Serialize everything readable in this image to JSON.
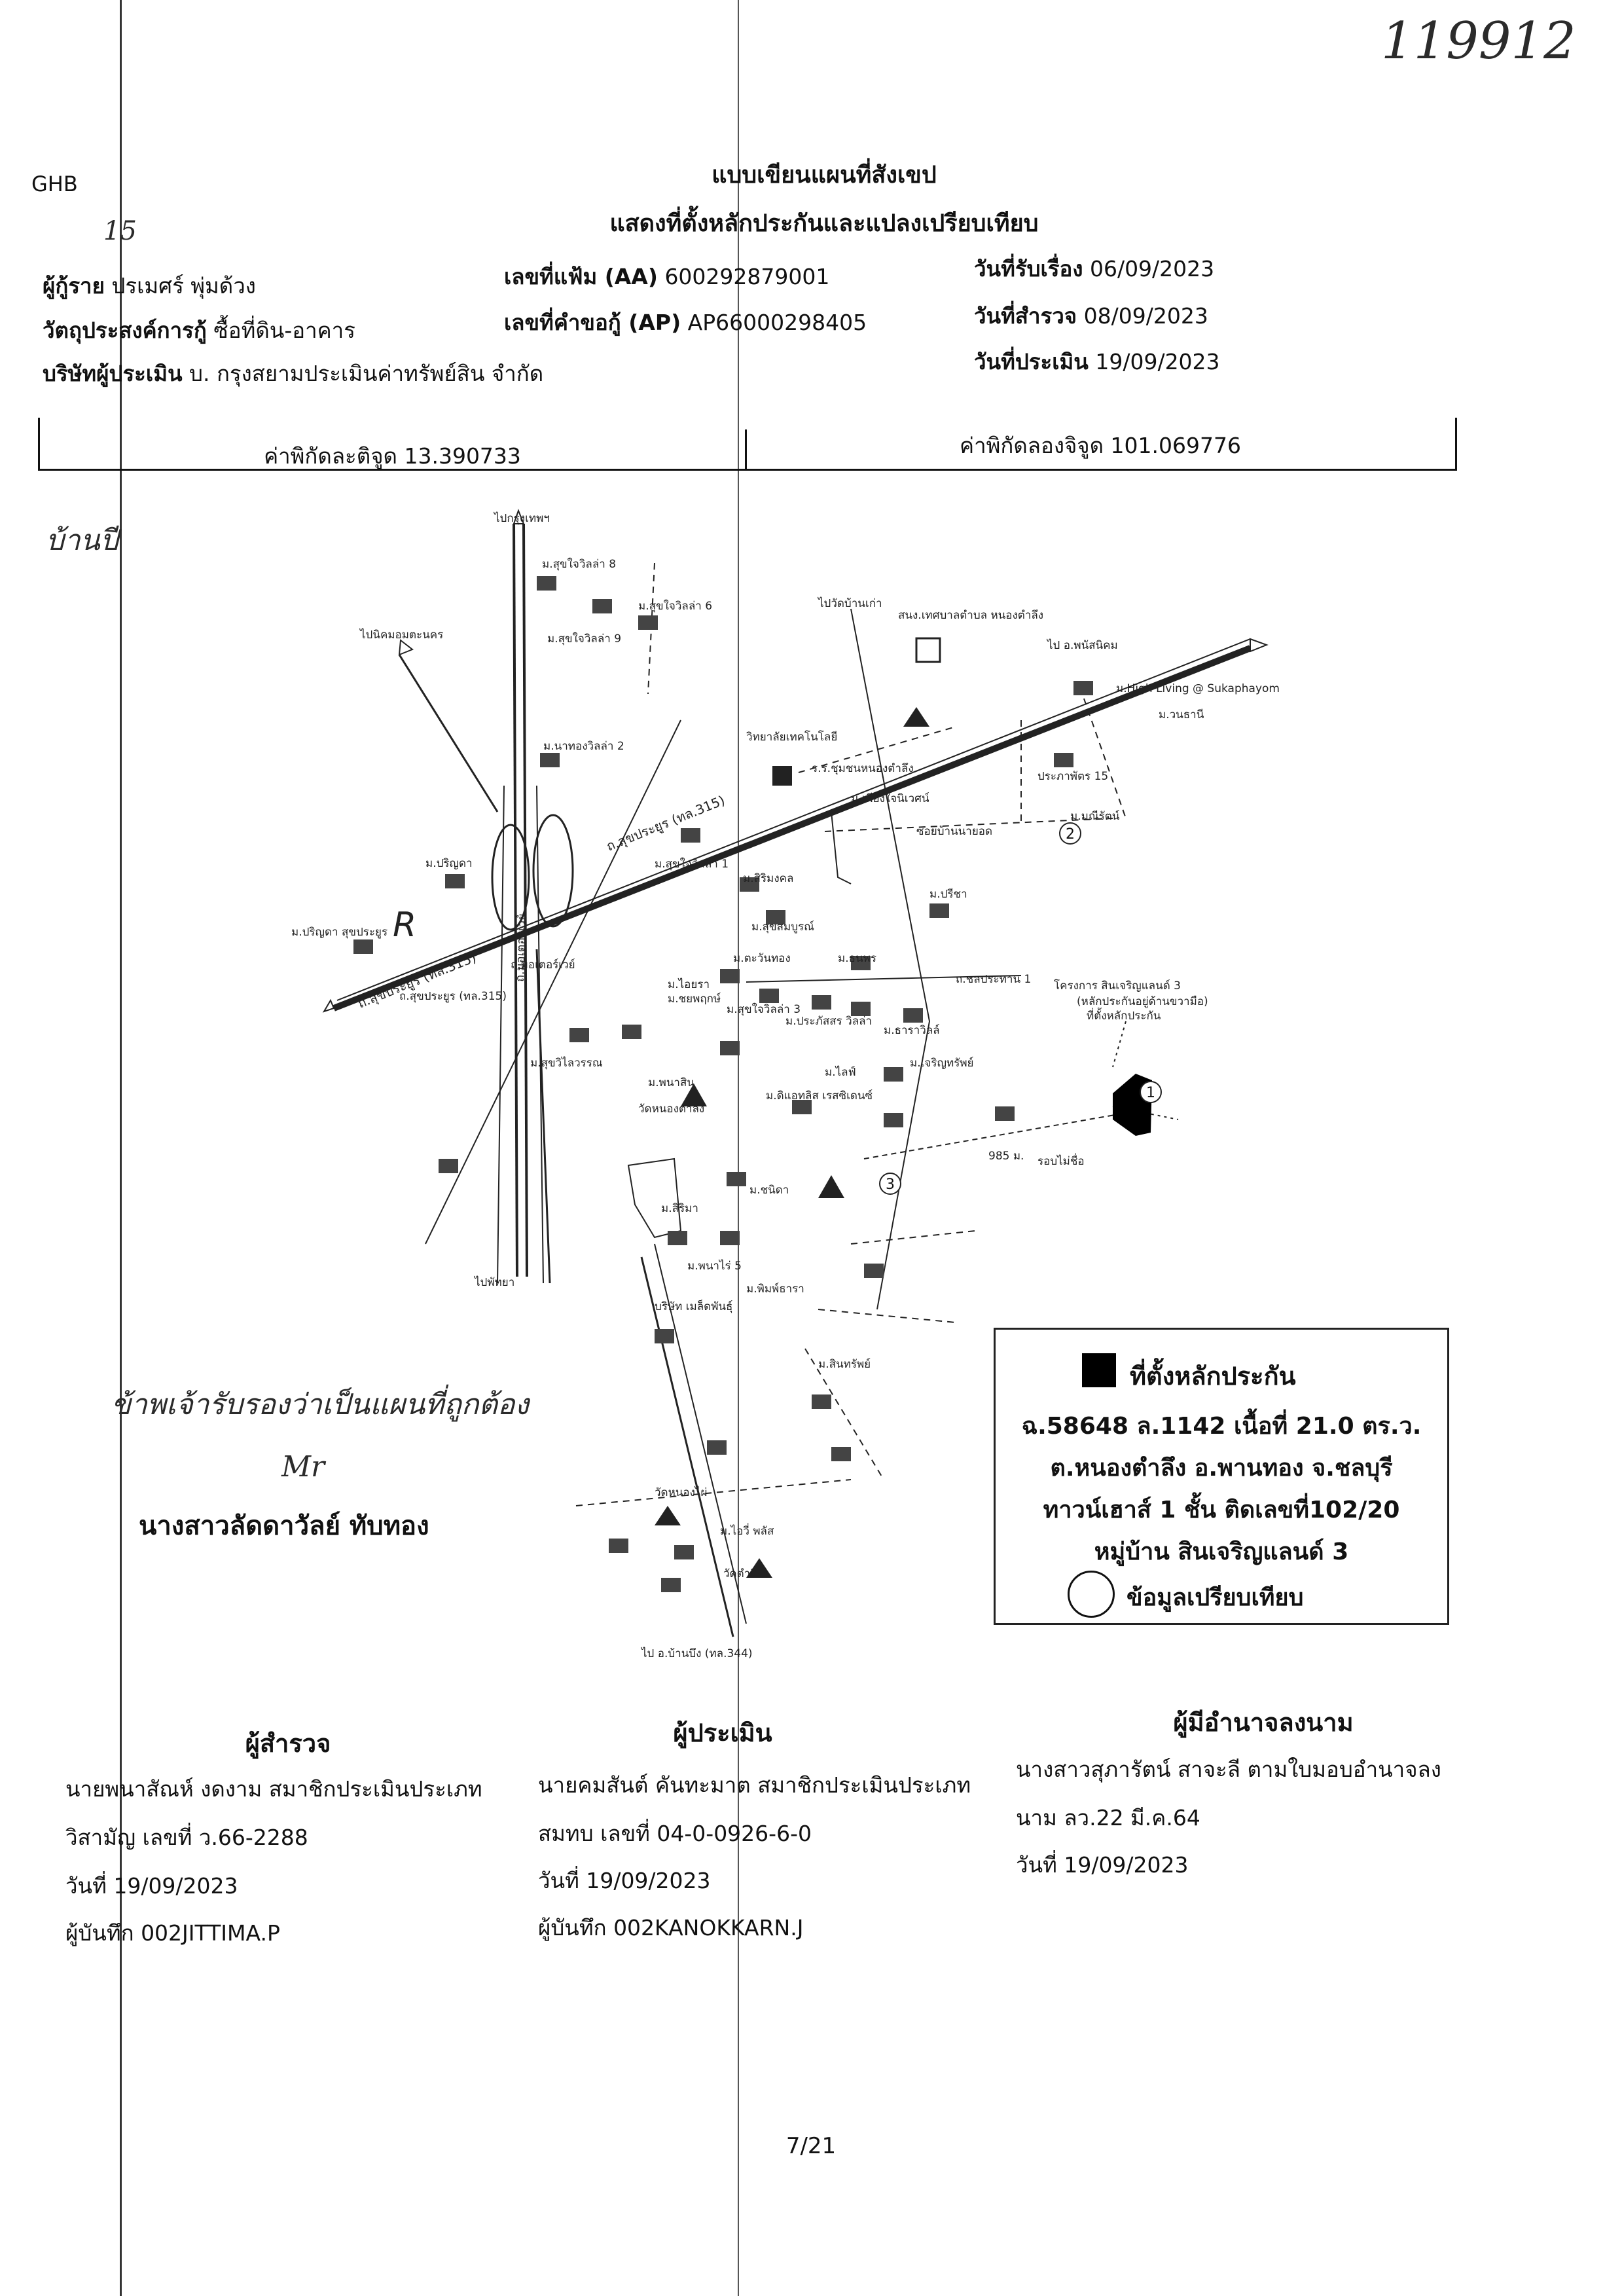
{
  "corner_number": "119912",
  "ghb": "GHB",
  "hand_mark": "15",
  "title": "แบบเขียนแผนที่สังเขป",
  "subtitle": "แสดงที่ตั้งหลักประกันและแปลงเปรียบเทียบ",
  "header": {
    "borrower_label": "ผู้กู้ราย",
    "borrower_value": "ปรเมศร์ พุ่มด้วง",
    "purpose_label": "วัตถุประสงค์การกู้",
    "purpose_value": "ซื้อที่ดิน-อาคาร",
    "company_label": "บริษัทผู้ประเมิน",
    "company_value": "บ. กรุงสยามประเมินค่าทรัพย์สิน จำกัด",
    "file_label": "เลขที่แฟ้ม (AA)",
    "file_value": "600292879001",
    "request_label": "เลขที่คำขอกู้ (AP)",
    "request_value": "AP66000298405",
    "received_label": "วันที่รับเรื่อง",
    "received_value": "06/09/2023",
    "survey_label": "วันที่สำรวจ",
    "survey_value": "08/09/2023",
    "appraise_label": "วันที่ประเมิน",
    "appraise_value": "19/09/2023"
  },
  "coords": {
    "lat": "ค่าพิกัดละติจูด 13.390733",
    "lng": "ค่าพิกัดลองจิจูด 101.069776"
  },
  "hand_house": "บ้านปี",
  "map": {
    "labels": [
      "ไปกรุงเทพฯ",
      "ม.สุขใจวิลล่า 8",
      "ม.สุขใจวิลล่า 6",
      "ม.สุขใจวิลล่า 9",
      "ไปนิคมอมตะนคร",
      "ไปวัดบ้านเก่า",
      "สนง.เทศบาลตำบล หนองตำลึง",
      "ไป อ.พนัสนิคม",
      "ม.High Living @ Sukaphayom",
      "ม.วนธานี",
      "ม.นาทองวิลล่า 2",
      "วิทยาลัยเทคโนโลยี",
      "ร.ร.ชุมชนหนองตำลึง",
      "ม.เพียงใจนิเวศน์",
      "ประภาพัตร 15",
      "ม.มณีรัตน์",
      "ซอยบ้านนายอด",
      "ม.ปริญดา",
      "ม.สุขใจวิลล่า 1",
      "ม.สิริมงคล",
      "ม.สุขสมบูรณ์",
      "ม.ตะวันทอง",
      "ม.ปรีชา",
      "ถ.ชลประทาน 1",
      "ม.สุขใจวิลล่า 3",
      "ม.ธนพร",
      "โครงการ สินเจริญแลนด์ 3",
      "(หลักประกันอยู่ด้านขวามือ)",
      "ที่ตั้งหลักประกัน",
      "ม.ปริญดา สุขประยูร",
      "ถ.สุขประยูร (ทล.315)",
      "ถ.มอเตอร์เวย์",
      "ม.สุขวิไลวรรณ",
      "ม.ไอยรา",
      "ม.ชยพฤกษ์",
      "ม.ประภัสสร วิลล่า",
      "ม.ธาราวิลล์",
      "ม.ดิแอทลิส เรสซิเดนซ์",
      "ม.พนาสิน",
      "ม.ไลฟ์",
      "ม.เจริญทรัพย์",
      "วัดหนองตำลึง",
      "รอบไม่ชื่อ",
      "985 ม.",
      "ม.สิริมา",
      "ม.ชนิดา",
      "ม.พนาไร่ 5",
      "ม.พิมพ์ธารา",
      "ไปพัทยา",
      "บริษัท เมล็ดพันธุ์",
      "ม.สินทรัพย์",
      "ไป อ.บ้านบึง (ทล.344)",
      "วัดหนองไผ่",
      "ม.ไอวี่ พลัส",
      "วัดตำลึง"
    ]
  },
  "legend": {
    "title": "ที่ตั้งหลักประกัน",
    "line1": "ฉ.58648 ล.1142 เนื้อที่ 21.0 ตร.ว.",
    "line2": "ต.หนองตำลึง อ.พานทอง จ.ชลบุรี",
    "line3": "ทาวน์เฮาส์ 1 ชั้น ติดเลขที่102/20",
    "line4": "หมู่บ้าน สินเจริญแลนด์ 3",
    "compare": "ข้อมูลเปรียบเทียบ"
  },
  "certification": {
    "handwritten": "ข้าพเจ้ารับรองว่าเป็นแผนที่ถูกต้อง",
    "signature": "Mr",
    "name": "นางสาวลัดดาวัลย์  ทับทอง"
  },
  "signatures": {
    "surveyor_title": "ผู้สำรวจ",
    "surveyor_lines": [
      "นายพนาสัณห์ งดงาม สมาชิกประเมินประเภท",
      "วิสามัญ เลขที่ ว.66-2288",
      "วันที่ 19/09/2023",
      "ผู้บันทึก 002JITTIMA.P"
    ],
    "appraiser_title": "ผู้ประเมิน",
    "appraiser_lines": [
      "นายคมสันต์ คันทะมาต สมาชิกประเมินประเภท",
      "สมทบ เลขที่ 04-0-0926-6-0",
      "วันที่ 19/09/2023",
      "ผู้บันทึก 002KANOKKARN.J"
    ],
    "authority_title": "ผู้มีอำนาจลงนาม",
    "authority_lines": [
      "นางสาวสุภารัตน์ สาจะลี ตามใบมอบอำนาจลง",
      "นาม ลว.22 มี.ค.64",
      "วันที่ 19/09/2023"
    ]
  },
  "page_number": "7/21"
}
